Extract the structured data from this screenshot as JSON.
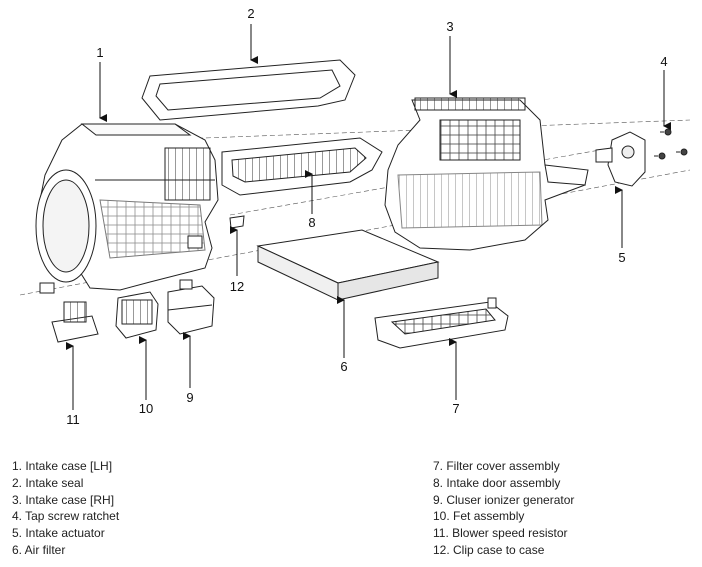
{
  "callouts": {
    "c1": "1",
    "c2": "2",
    "c3": "3",
    "c4": "4",
    "c5": "5",
    "c6": "6",
    "c7": "7",
    "c8": "8",
    "c9": "9",
    "c10": "10",
    "c11": "11",
    "c12": "12"
  },
  "legend": {
    "left": [
      "1. Intake case [LH]",
      "2. Intake seal",
      "3. Intake case [RH]",
      "4. Tap screw ratchet",
      "5. Intake actuator",
      "6. Air filter"
    ],
    "right": [
      "7. Filter cover assembly",
      "8. Intake door assembly",
      "9. Cluser ionizer generator",
      "10. Fet assembly",
      "11. Blower speed resistor",
      "12. Clip case to case"
    ]
  }
}
